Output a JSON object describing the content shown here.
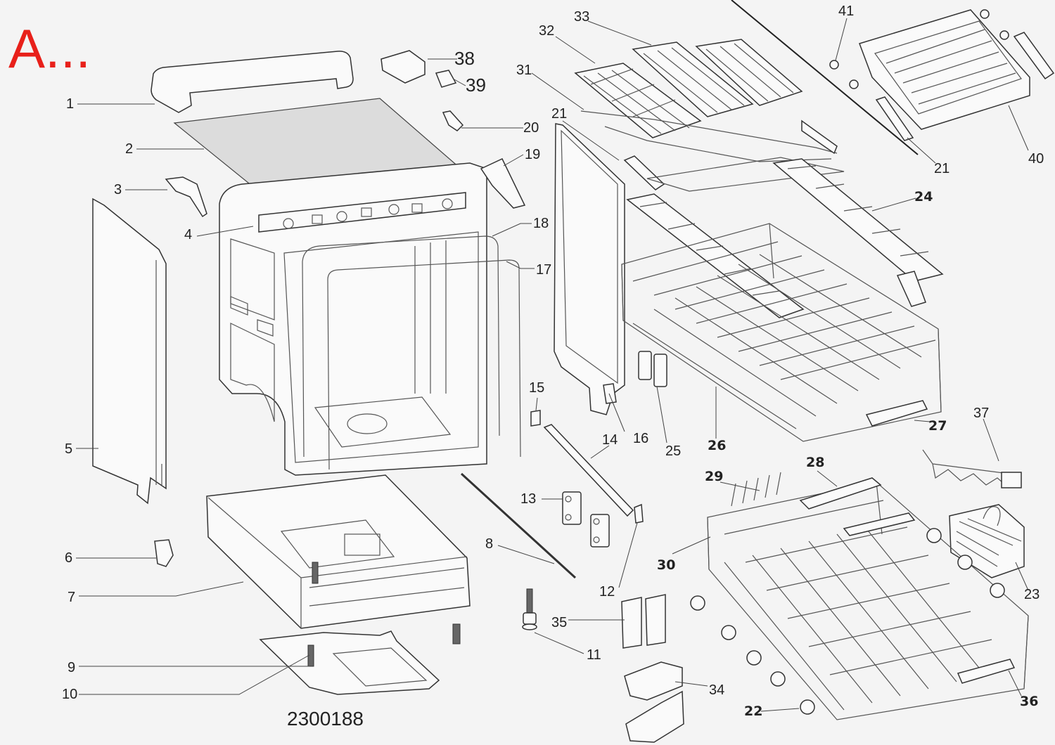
{
  "section_label": "A...",
  "document_number": "2300188",
  "callouts": [
    {
      "id": "c1",
      "text": "1",
      "bold": false
    },
    {
      "id": "c2",
      "text": "2",
      "bold": false
    },
    {
      "id": "c3",
      "text": "3",
      "bold": false
    },
    {
      "id": "c4",
      "text": "4",
      "bold": false
    },
    {
      "id": "c5",
      "text": "5",
      "bold": false
    },
    {
      "id": "c6",
      "text": "6",
      "bold": false
    },
    {
      "id": "c7",
      "text": "7",
      "bold": false
    },
    {
      "id": "c8",
      "text": "8",
      "bold": false
    },
    {
      "id": "c9",
      "text": "9",
      "bold": false
    },
    {
      "id": "c10",
      "text": "10",
      "bold": false
    },
    {
      "id": "c11",
      "text": "11",
      "bold": false
    },
    {
      "id": "c12",
      "text": "12",
      "bold": false
    },
    {
      "id": "c13",
      "text": "13",
      "bold": false
    },
    {
      "id": "c14",
      "text": "14",
      "bold": false
    },
    {
      "id": "c15",
      "text": "15",
      "bold": false
    },
    {
      "id": "c16",
      "text": "16",
      "bold": false
    },
    {
      "id": "c17",
      "text": "17",
      "bold": false
    },
    {
      "id": "c18",
      "text": "18",
      "bold": false
    },
    {
      "id": "c19",
      "text": "19",
      "bold": false
    },
    {
      "id": "c20",
      "text": "20",
      "bold": false
    },
    {
      "id": "c21a",
      "text": "21",
      "bold": false
    },
    {
      "id": "c21b",
      "text": "21",
      "bold": false
    },
    {
      "id": "c22",
      "text": "22",
      "bold": true
    },
    {
      "id": "c23",
      "text": "23",
      "bold": false
    },
    {
      "id": "c24",
      "text": "24",
      "bold": true
    },
    {
      "id": "c25",
      "text": "25",
      "bold": false
    },
    {
      "id": "c26",
      "text": "26",
      "bold": true
    },
    {
      "id": "c27",
      "text": "27",
      "bold": true
    },
    {
      "id": "c28",
      "text": "28",
      "bold": true
    },
    {
      "id": "c29",
      "text": "29",
      "bold": true
    },
    {
      "id": "c30",
      "text": "30",
      "bold": true
    },
    {
      "id": "c31",
      "text": "31",
      "bold": false
    },
    {
      "id": "c32",
      "text": "32",
      "bold": false
    },
    {
      "id": "c33",
      "text": "33",
      "bold": false
    },
    {
      "id": "c34",
      "text": "34",
      "bold": false
    },
    {
      "id": "c35",
      "text": "35",
      "bold": false
    },
    {
      "id": "c36",
      "text": "36",
      "bold": true
    },
    {
      "id": "c37",
      "text": "37",
      "bold": false
    },
    {
      "id": "c38",
      "text": "38",
      "bold": false
    },
    {
      "id": "c39",
      "text": "39",
      "bold": false
    },
    {
      "id": "c40",
      "text": "40",
      "bold": false
    },
    {
      "id": "c41",
      "text": "41",
      "bold": false
    }
  ],
  "colors": {
    "background": "#f4f4f4",
    "section_letter": "#e8201a",
    "line": "#333333",
    "panel_fill": "#dcdcdc"
  }
}
